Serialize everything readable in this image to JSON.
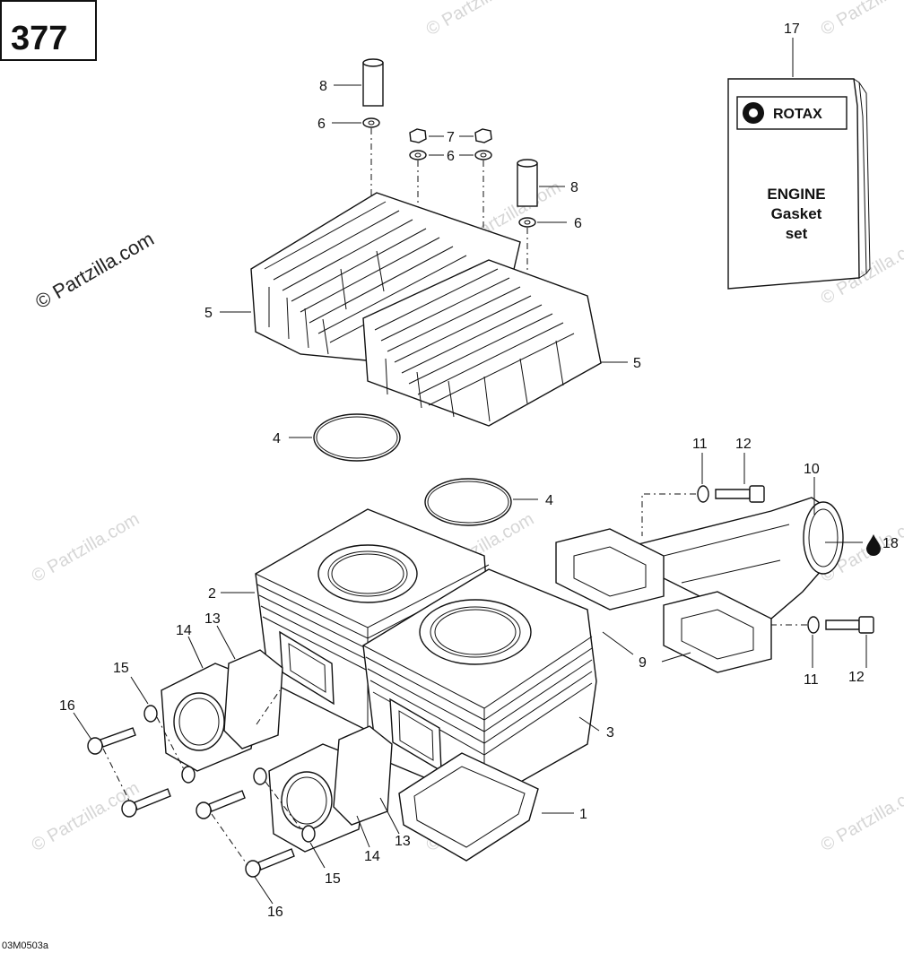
{
  "page_number": "377",
  "reference_code": "03M0503a",
  "watermark": {
    "main": "© Partzilla.com",
    "faint": "© Partzilla.com"
  },
  "gasket_kit": {
    "brand": "ROTAX",
    "line1": "ENGINE",
    "line2": "Gasket",
    "line3": "set"
  },
  "callouts": {
    "c1": "1",
    "c2": "2",
    "c3": "3",
    "c4a": "4",
    "c4b": "4",
    "c5a": "5",
    "c5b": "5",
    "c6a": "6",
    "c6b": "6",
    "c6c": "6",
    "c7": "7",
    "c8a": "8",
    "c8b": "8",
    "c9": "9",
    "c10": "10",
    "c11a": "11",
    "c11b": "11",
    "c12a": "12",
    "c12b": "12",
    "c13a": "13",
    "c13b": "13",
    "c14a": "14",
    "c14b": "14",
    "c15a": "15",
    "c15b": "15",
    "c16a": "16",
    "c16b": "16",
    "c17": "17",
    "c18": "18"
  },
  "colors": {
    "line": "#111111",
    "watermark": "#d6d6d6",
    "background": "#ffffff"
  }
}
